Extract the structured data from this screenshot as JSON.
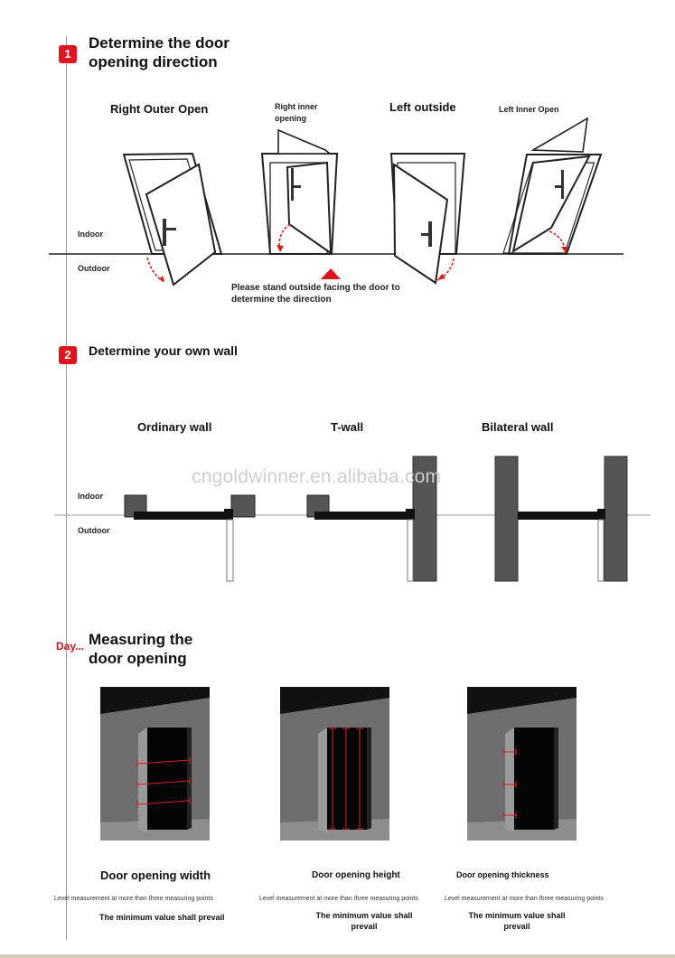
{
  "step1": {
    "badge": "1",
    "title_line1": "Determine the door",
    "title_line2": "opening direction",
    "labels": {
      "right_outer": "Right Outer Open",
      "right_inner_1": "Right inner",
      "right_inner_2": "opening",
      "left_outside": "Left outside",
      "left_inner": "Left Inner Open"
    },
    "indoor": "Indoor",
    "outdoor": "Outdoor",
    "note_line1": "Please stand outside facing the door to",
    "note_line2": "determine the direction"
  },
  "step2": {
    "badge": "2",
    "title": "Determine your own wall",
    "labels": {
      "ordinary": "Ordinary wall",
      "t_wall": "T-wall",
      "bilateral": "Bilateral wall"
    },
    "indoor": "Indoor",
    "outdoor": "Outdoor",
    "watermark": "cngoldwinner.en.alibaba.com"
  },
  "step3": {
    "day_label": "Day...",
    "title_line1": "Measuring the",
    "title_line2": "door opening",
    "items": [
      {
        "title": "Door opening width",
        "line": "Level measurement at more than three measuring points",
        "min1": "The minimum value shall prevail",
        "min2": ""
      },
      {
        "title": "Door opening height",
        "line": "Level measurement at more than three measuring points",
        "min1": "The minimum value shall",
        "min2": "prevail"
      },
      {
        "title": "Door opening thickness",
        "line": "Level measurement at more than three measuring points",
        "min1": "The minimum value shall",
        "min2": "prevail"
      }
    ]
  },
  "colors": {
    "accent_red": "#e0141e",
    "wall_gray": "#555555",
    "wall_dark": "#3d3d3d"
  }
}
